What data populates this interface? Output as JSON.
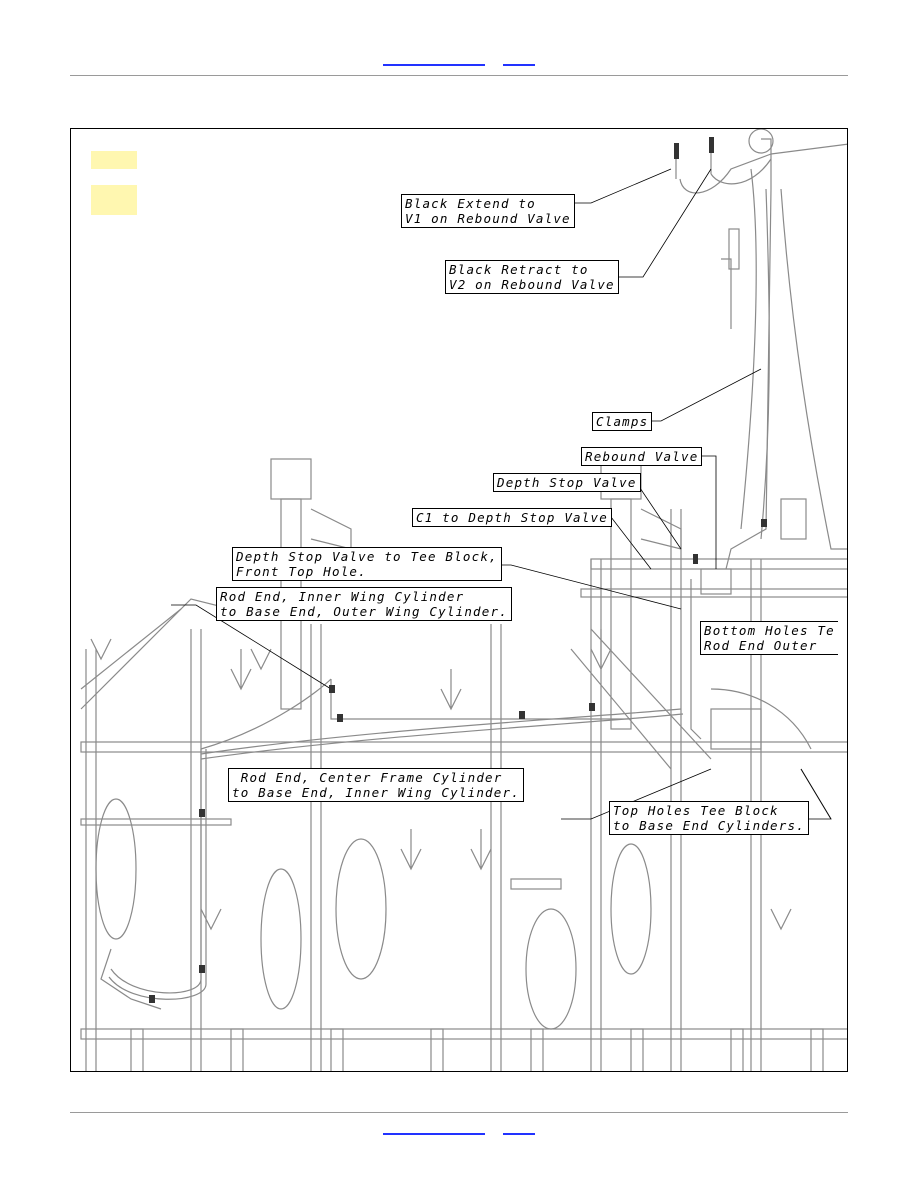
{
  "callouts": {
    "black_extend_1": "Black Extend to",
    "black_extend_2": "V1 on Rebound Valve",
    "black_retract_1": "Black Retract to",
    "black_retract_2": "V2 on Rebound Valve",
    "clamps": "Clamps",
    "rebound_valve": "Rebound Valve",
    "depth_stop_valve": "Depth Stop Valve",
    "c1_depth_stop": "C1 to Depth Stop Valve",
    "depth_to_tee_1": "Depth Stop Valve to Tee Block,",
    "depth_to_tee_2": "Front Top Hole.",
    "rod_inner_1": "Rod End, Inner Wing Cylinder",
    "rod_inner_2": "to Base End, Outer Wing Cylinder.",
    "bottom_holes_1": "Bottom Holes Te",
    "bottom_holes_2": "Rod End Outer",
    "rod_center_1": " Rod End, Center Frame Cylinder",
    "rod_center_2": "to Base End, Inner Wing Cylinder.",
    "top_holes_1": "Top Holes Tee Block",
    "top_holes_2": "to Base End Cylinders."
  },
  "colors": {
    "link": "#2233ff",
    "highlight": "#fff7b0",
    "drawing": "#8a8a8a"
  }
}
